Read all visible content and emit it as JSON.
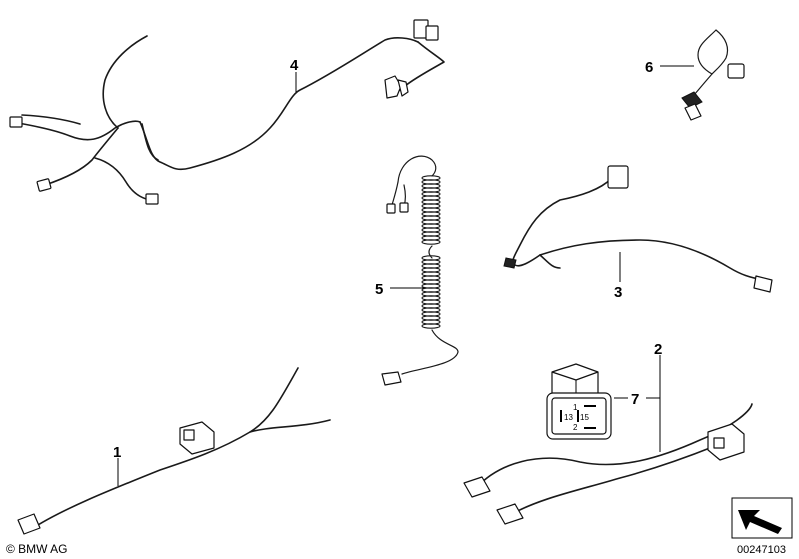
{
  "callouts": [
    "1",
    "2",
    "3",
    "4",
    "5",
    "6",
    "7"
  ],
  "relay_pins": [
    "1",
    "13",
    "15",
    "2"
  ],
  "copyright": "© BMW AG",
  "image_code": "00247103",
  "icons": [
    "relay-icon",
    "connector-icon",
    "orientation-arrow-icon"
  ]
}
